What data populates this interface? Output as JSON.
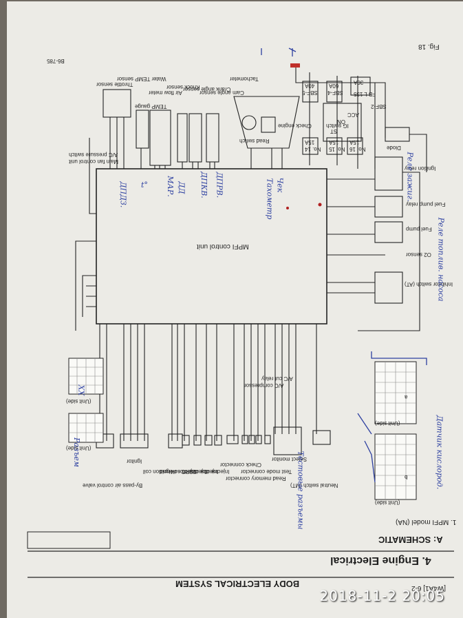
{
  "header": {
    "page_code": "[W4A1] 6-2",
    "system_title": "BODY ELECTRICAL SYSTEM",
    "section": "4. Engine Electrical",
    "subsection": "A: SCHEMATIC",
    "model": "1. MPFI model (NA)"
  },
  "figure": {
    "fig_label": "Fig. 18",
    "code": "B6-785"
  },
  "control_unit": "MPFI control unit",
  "fuses": [
    "SBF-2",
    "SBF-4",
    "SBF-5",
    "No. 16",
    "No. 15",
    "No. 14"
  ],
  "fuse_ratings": [
    "30A",
    "60A",
    "40A",
    "15A",
    "15A",
    "15A"
  ],
  "top_components": [
    "Diode",
    "Ignition relay",
    "Fuel pump relay",
    "Fuel pump",
    "O2 sensor",
    "Inhibitor switch (AT)"
  ],
  "misc_labels": [
    "IG switch",
    "Check engine",
    "Tachometer",
    "Read switch",
    "FB L 135",
    "ACC",
    "ON",
    "ST"
  ],
  "sensors": [
    "Cam angle sensor",
    "Crank angle sensor",
    "Knock sensor",
    "Air flow meter",
    "TEMP gauge",
    "Water TEMP sensor",
    "Throttle sensor",
    "Main fan control unit",
    "A/C pressure switch"
  ],
  "outputs": [
    "A/C cut relay",
    "A/C compressor",
    "Neutral switch (MT)",
    "Select monitor",
    "Test mode connector",
    "Read memory connector",
    "Check connector",
    "Injector #1",
    "Injector #2",
    "Injector #3",
    "Injector #4",
    "CPC solenoid",
    "Ignition coil",
    "Ignitor",
    "By-pass air control valve"
  ],
  "connector_labels": [
    "(Unit side)",
    "(Unit side)",
    "(Unit side)",
    "(Unit side)"
  ],
  "connector_letters": [
    "a",
    "b"
  ],
  "handwritten": [
    "ДПРВ.",
    "ДПКВ.",
    "ДД",
    "МАР.",
    "t°",
    "ДПДЗ.",
    "Тахометр",
    "Чек",
    "Реле топлив. насоса",
    "Реле зажиг.",
    "ХХ",
    "Датчик кислород.",
    "Тестовые разъемы",
    "Разъем"
  ],
  "timestamp": "2018-11-2 20:05"
}
